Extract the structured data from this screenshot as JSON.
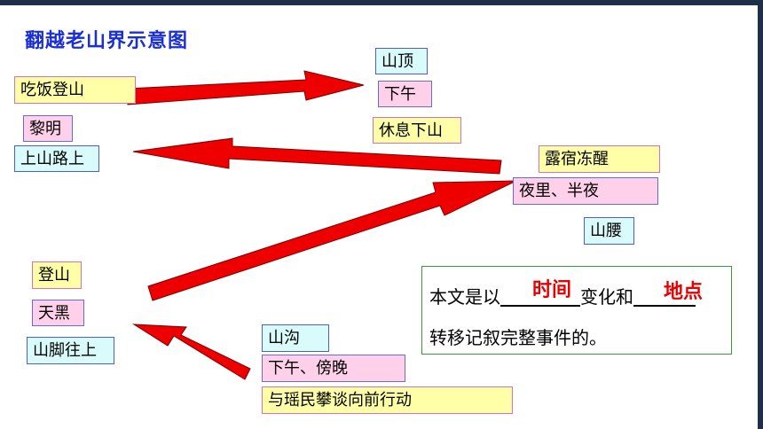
{
  "title": "翻越老山界示意图",
  "labels": {
    "chifan": "吃饭登山",
    "shanding": "山顶",
    "xiawu": "下午",
    "xiuxi": "休息下山",
    "liming": "黎明",
    "shanshan": "上山路上",
    "lusu": "露宿冻醒",
    "yeli": "夜里、半夜",
    "shanyao": "山腰",
    "dengshan": "登山",
    "tianhei": "天黑",
    "shanjiao": "山脚往上",
    "shangou": "山沟",
    "bangwan": "下午、傍晚",
    "yaomin": "与瑶民攀谈向前行动"
  },
  "summary": {
    "part1": "本文是以",
    "part2": "变化和",
    "part3": "转移记叙完整事件的。",
    "answer1": "时间",
    "answer2": "地点"
  },
  "colors": {
    "arrow": "#ef0000",
    "title": "#1a2fd6",
    "answer": "#e60000"
  }
}
